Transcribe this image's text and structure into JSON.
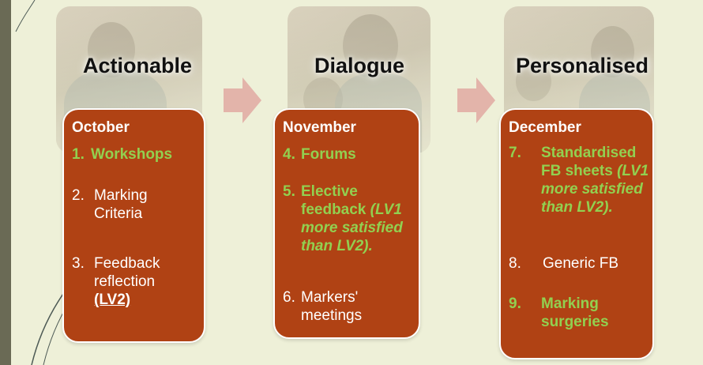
{
  "colors": {
    "card_bg": "#b04214",
    "highlight": "#92d050",
    "arrow": "#e3b4aa",
    "background": "#eef0d8"
  },
  "columns": [
    {
      "heading": "Actionable",
      "month": "October",
      "items": [
        {
          "num": "1.",
          "text": "Workshops",
          "highlight": true
        },
        {
          "num": "2.",
          "text": "Marking Criteria",
          "highlight": false
        },
        {
          "num": "3.",
          "text": "Feedback reflection",
          "extra": "(LV2)",
          "highlight": false
        }
      ]
    },
    {
      "heading": "Dialogue",
      "month": "November",
      "items": [
        {
          "num": "4.",
          "text": "Forums",
          "highlight": true
        },
        {
          "num": "5.",
          "text": "Elective feedback",
          "note": "(LV1 more satisfied than LV2).",
          "highlight": true
        },
        {
          "num": "6.",
          "text": "Markers' meetings",
          "highlight": false
        }
      ]
    },
    {
      "heading": "Personalised",
      "month": "December",
      "items": [
        {
          "num": "7.",
          "text": "Standardised FB sheets",
          "note": "(LV1 more satisfied than LV2).",
          "highlight": true
        },
        {
          "num": "8.",
          "text": "Generic FB",
          "highlight": false
        },
        {
          "num": "9.",
          "text": "Marking surgeries",
          "highlight": true
        }
      ]
    }
  ]
}
